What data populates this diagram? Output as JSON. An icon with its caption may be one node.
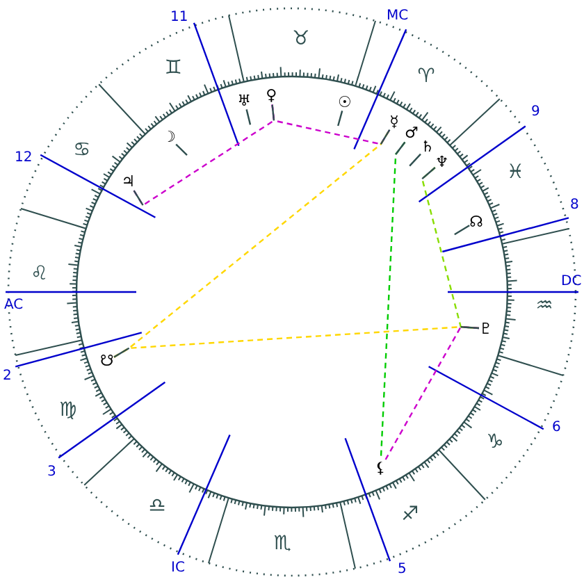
{
  "diagram": {
    "nodes": [
      {
        "text": [
          "♅"
        ]
      },
      {
        "text": [
          "♀"
        ]
      },
      {
        "text": [
          "☉"
        ]
      },
      {
        "text": [
          "☿"
        ]
      },
      {
        "text": [
          "☽"
        ]
      },
      {
        "text": [
          "♂"
        ]
      },
      {
        "text": [
          "♄"
        ]
      },
      {
        "text": [
          "♆"
        ]
      },
      {
        "text": [
          "♃"
        ]
      },
      {
        "text": [
          "☊"
        ]
      },
      {
        "text": [
          "♇"
        ]
      },
      {
        "text": [
          "☋"
        ]
      },
      {
        "text": [
          "⚸"
        ]
      }
    ],
    "edges": [
      {
        "from": 8,
        "to": 1,
        "arrow": "none",
        "style": "dashed",
        "color": "#cc00cc"
      },
      {
        "from": 1,
        "to": 3,
        "arrow": "none",
        "style": "dashed",
        "color": "#cc00cc"
      },
      {
        "from": 5,
        "to": 12,
        "arrow": "none",
        "style": "dashed",
        "color": "#00cc00"
      },
      {
        "from": 7,
        "to": 10,
        "arrow": "none",
        "style": "dashed",
        "color": "#88dd00"
      },
      {
        "from": 11,
        "to": 3,
        "arrow": "none",
        "style": "dashed",
        "color": "#ffd700"
      },
      {
        "from": 11,
        "to": 10,
        "arrow": "none",
        "style": "dashed",
        "color": "#ffd700"
      },
      {
        "from": 10,
        "to": 12,
        "arrow": "none",
        "style": "dashed",
        "color": "#cc00cc"
      },
      {
        "from": 0,
        "to": null,
        "arrow": "none"
      },
      {
        "from": 1,
        "to": null,
        "arrow": "none"
      },
      {
        "from": 2,
        "to": null,
        "arrow": "none"
      },
      {
        "from": 3,
        "to": null,
        "arrow": "none"
      },
      {
        "from": 4,
        "to": null,
        "arrow": "none"
      },
      {
        "from": 5,
        "to": null,
        "arrow": "none"
      },
      {
        "from": 6,
        "to": null,
        "arrow": "none"
      },
      {
        "from": 7,
        "to": null,
        "arrow": "none"
      },
      {
        "from": 8,
        "to": null,
        "arrow": "none"
      },
      {
        "from": 9,
        "to": null,
        "arrow": "none"
      },
      {
        "from": 10,
        "to": null,
        "arrow": "none"
      },
      {
        "from": 11,
        "to": null,
        "arrow": "none"
      }
    ],
    "labels": [
      "11",
      "MC",
      "♉",
      "♊",
      "♈",
      "9",
      "12",
      "♋",
      "♓",
      "8",
      "♌",
      "DC",
      "AC",
      "♒",
      "2",
      "♍",
      "♑",
      "6",
      "3",
      "♎",
      "♐",
      "♏",
      "IC",
      "5"
    ]
  }
}
